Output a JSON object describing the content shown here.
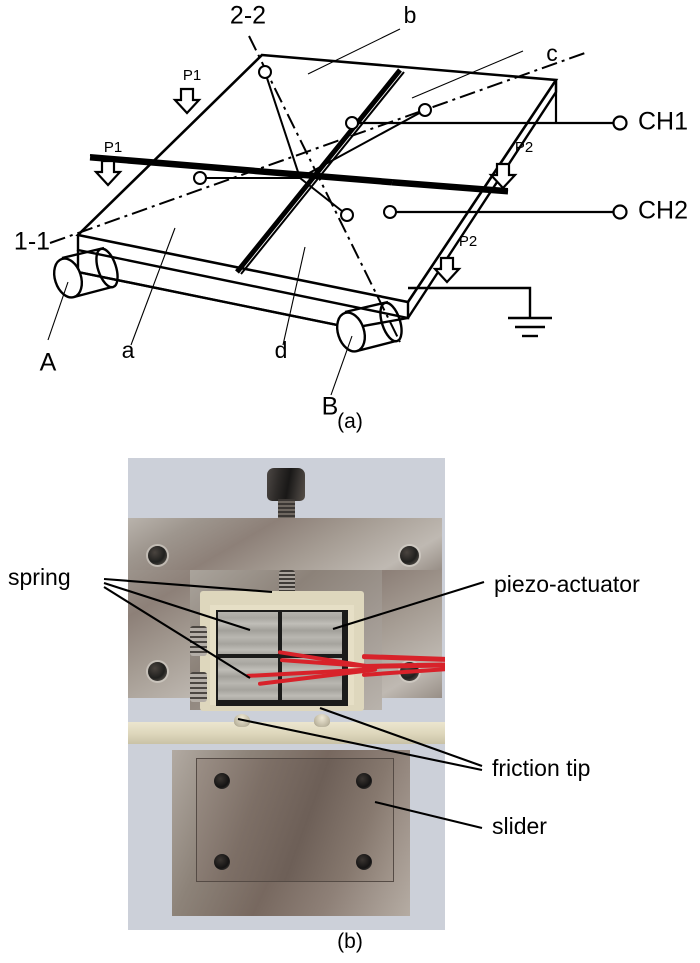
{
  "figure_a": {
    "caption": "(a)",
    "section_labels": [
      {
        "name": "section-line-2-2",
        "text": "2-2"
      },
      {
        "name": "section-line-1-1",
        "text": "1-1"
      }
    ],
    "part_labels": [
      {
        "name": "part-label-a",
        "text": "a"
      },
      {
        "name": "part-label-b",
        "text": "b"
      },
      {
        "name": "part-label-c",
        "text": "c"
      },
      {
        "name": "part-label-d",
        "text": "d"
      }
    ],
    "roller_labels": [
      {
        "name": "roller-label-A",
        "text": "A"
      },
      {
        "name": "roller-label-B",
        "text": "B"
      }
    ],
    "force_labels": [
      {
        "name": "force-p1-upper",
        "text": "P1"
      },
      {
        "name": "force-p1-lower",
        "text": "P1"
      },
      {
        "name": "force-p2-upper",
        "text": "P2"
      },
      {
        "name": "force-p2-lower",
        "text": "P2"
      }
    ],
    "channel_labels": [
      {
        "name": "channel-ch1",
        "text": "CH1"
      },
      {
        "name": "channel-ch2",
        "text": "CH2"
      }
    ],
    "ground_symbol": "ground-icon"
  },
  "figure_b": {
    "caption": "(b)",
    "annotations": [
      {
        "name": "annotation-spring",
        "text": "spring"
      },
      {
        "name": "annotation-piezo-actuator",
        "text": "piezo-actuator"
      },
      {
        "name": "annotation-friction-tip",
        "text": "friction tip"
      },
      {
        "name": "annotation-slider",
        "text": "slider"
      }
    ]
  },
  "colors": {
    "line": "#000000",
    "photo_background": "#ccd0d9",
    "cream_frame": "#ded7bd",
    "wire_red": "#d8222a",
    "metal": "#9e968e"
  }
}
